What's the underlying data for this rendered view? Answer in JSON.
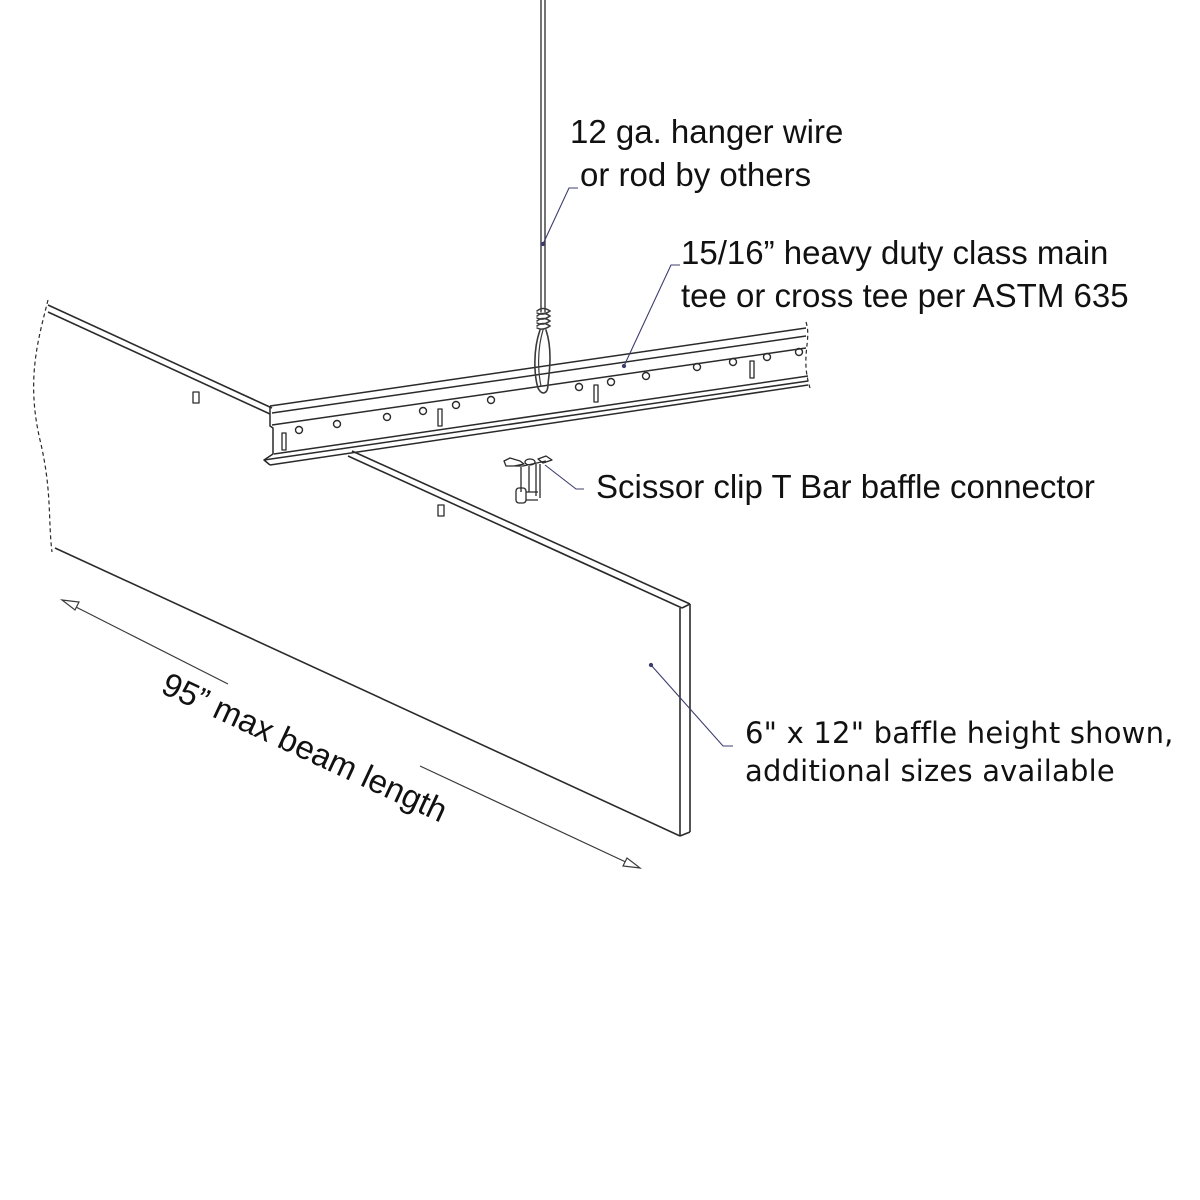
{
  "diagram": {
    "type": "installation-detail",
    "subject": "Baffle suspended from T-bar grid",
    "colors": {
      "line": "#2a2a2a",
      "leader": "#3c3c6e",
      "text": "#111111",
      "background": "#ffffff"
    },
    "callouts": {
      "hanger_wire": {
        "line1": "12 ga. hanger wire",
        "line2": "or rod by others"
      },
      "main_tee": {
        "line1": "15/16” heavy duty class main",
        "line2": "tee or cross tee per ASTM 635"
      },
      "clip": {
        "line1": "Scissor clip T Bar baffle connector"
      },
      "baffle": {
        "line1": "6\" x 12\" baffle height shown,",
        "line2": "additional sizes available"
      }
    },
    "dimension": {
      "label": "95” max beam length"
    },
    "components": [
      {
        "name": "hanger-wire",
        "label": "12 ga. hanger wire"
      },
      {
        "name": "main-tee",
        "label": "15/16” heavy duty class main tee"
      },
      {
        "name": "scissor-clip",
        "label": "Scissor clip T Bar baffle connector"
      },
      {
        "name": "baffle-panel",
        "label": "6\" x 12\" baffle"
      }
    ]
  }
}
